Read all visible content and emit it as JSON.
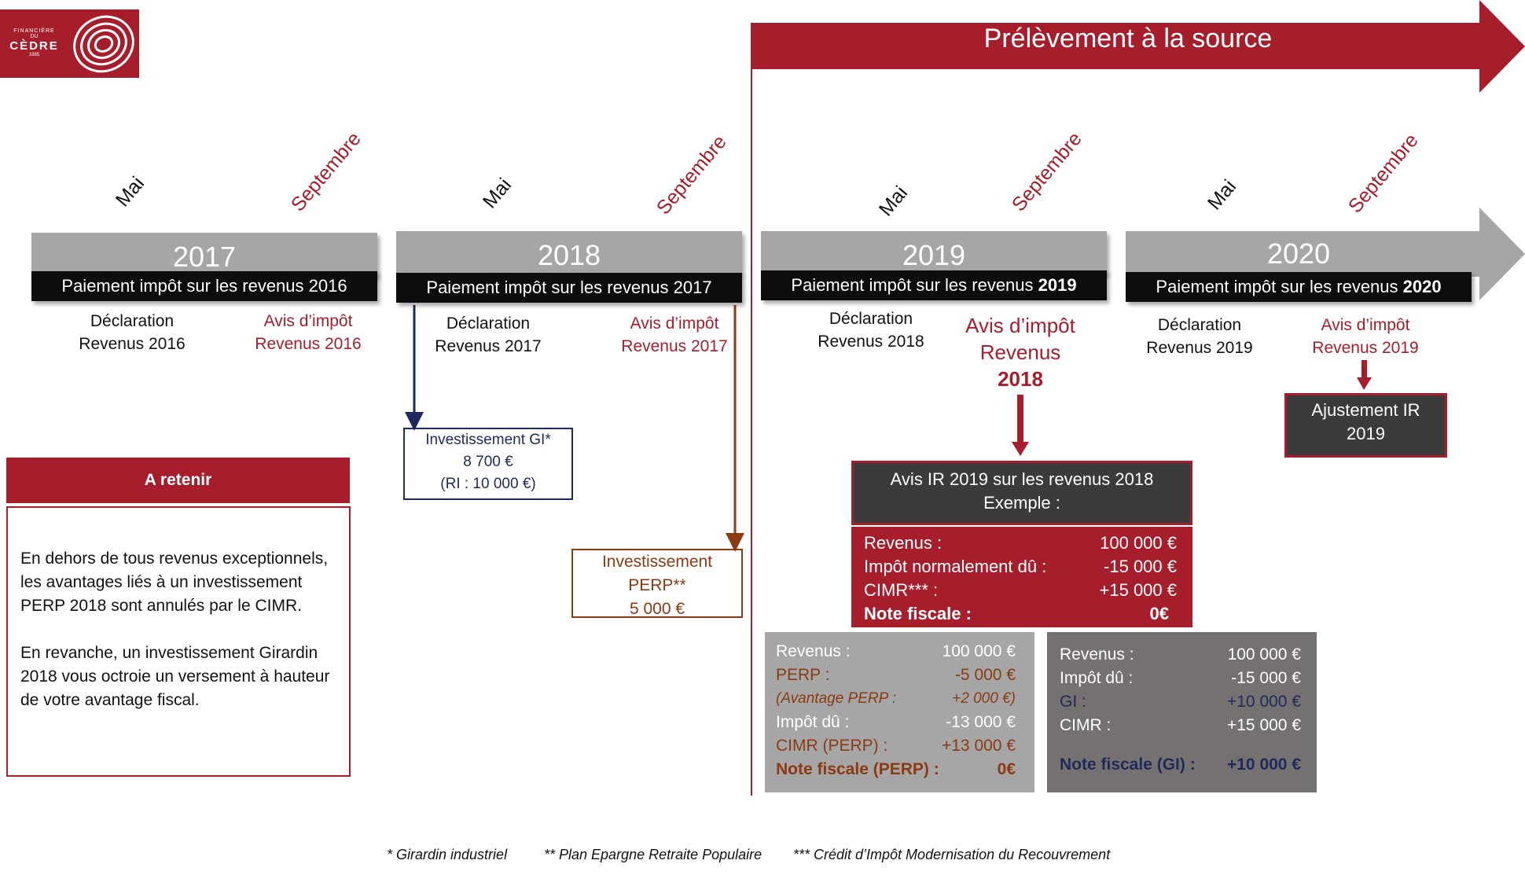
{
  "logo": {
    "line1": "FINANCIÈRE",
    "line2": "DU",
    "line3": "CÈDRE",
    "line4": "1985"
  },
  "banner": {
    "label": "Prélèvement à la source"
  },
  "colors": {
    "brand_red": "#a61e2b",
    "gray": "#a6a6a6",
    "dark": "#0d0d0d",
    "navy": "#1f2a5c",
    "brown": "#8b3a12"
  },
  "years": [
    {
      "year": "2017",
      "payment_prefix": "Paiement impôt sur les revenus ",
      "payment_year": "2016",
      "payment_bold": false,
      "mai": "Mai",
      "sept": "Septembre",
      "decl_line1": "Déclaration",
      "decl_line2": "Revenus 2016",
      "avis_line1": "Avis d’impôt",
      "avis_line2": "Revenus 2016"
    },
    {
      "year": "2018",
      "payment_prefix": "Paiement impôt sur les revenus ",
      "payment_year": "2017",
      "payment_bold": false,
      "mai": "Mai",
      "sept": "Septembre",
      "decl_line1": "Déclaration",
      "decl_line2": "Revenus 2017",
      "avis_line1": "Avis d’impôt",
      "avis_line2": "Revenus 2017"
    },
    {
      "year": "2019",
      "payment_prefix": "Paiement impôt sur les revenus ",
      "payment_year": "2019",
      "payment_bold": true,
      "mai": "Mai",
      "sept": "Septembre",
      "decl_line1": "Déclaration",
      "decl_line2": "Revenus 2018",
      "avis_line1": "Avis d’impôt",
      "avis_line2": "Revenus",
      "avis_line3": "2018"
    },
    {
      "year": "2020",
      "payment_prefix": "Paiement impôt sur les revenus ",
      "payment_year": "2020",
      "payment_bold": true,
      "mai": "Mai",
      "sept": "Septembre",
      "decl_line1": "Déclaration",
      "decl_line2": "Revenus 2019",
      "avis_line1": "Avis d’impôt",
      "avis_line2": "Revenus 2019"
    }
  ],
  "gi_box": {
    "line1": "Investissement GI*",
    "line2": "8 700 €",
    "line3": "(RI : 10 000 €)"
  },
  "perp_box": {
    "line1": "Investissement",
    "line2": "PERP**",
    "line3": "5 000 €"
  },
  "ajustement": {
    "line1": "Ajustement IR",
    "line2": "2019"
  },
  "retenir": {
    "title": "A retenir",
    "para1": "En dehors de tous revenus exceptionnels, les avantages liés à un investissement PERP 2018 sont annulés par le CIMR.",
    "para2": "En revanche, un investissement Girardin 2018 vous octroie un versement à hauteur de votre avantage fiscal."
  },
  "avis_ir": {
    "line1": "Avis IR 2019 sur les revenus 2018",
    "line2": "Exemple :"
  },
  "example_base": [
    {
      "label": "Revenus :",
      "value": "100 000 €",
      "bold": false
    },
    {
      "label": "Impôt normalement dû :",
      "value": "-15 000 €",
      "bold": false
    },
    {
      "label": "CIMR*** :",
      "value": "+15 000 €",
      "bold": false
    },
    {
      "label": "Note fiscale :",
      "value": "0€",
      "bold": true
    }
  ],
  "example_perp": [
    {
      "label": "Revenus :",
      "value": "100 000 €",
      "style": "white"
    },
    {
      "label": "PERP :",
      "value": "-5 000 €",
      "style": "brown"
    },
    {
      "label": "(Avantage PERP :",
      "value": "+2 000 €)",
      "style": "brown-italic"
    },
    {
      "label": "Impôt dû :",
      "value": "-13 000 €",
      "style": "white"
    },
    {
      "label": "CIMR (PERP) :",
      "value": "+13 000 €",
      "style": "brown"
    },
    {
      "label": "Note fiscale (PERP) :",
      "value": "0€",
      "style": "brown-bold"
    }
  ],
  "example_gi": [
    {
      "label": "Revenus :",
      "value": "100 000 €",
      "style": "white"
    },
    {
      "label": "Impôt dû :",
      "value": "-15 000 €",
      "style": "white"
    },
    {
      "label": "GI :",
      "value": "+10 000 €",
      "style": "navy"
    },
    {
      "label": "CIMR :",
      "value": "+15 000 €",
      "style": "white"
    },
    {
      "label": "Note fiscale (GI) :",
      "value": "+10 000 €",
      "style": "navy-bold"
    }
  ],
  "footnotes": {
    "f1": "* Girardin industriel",
    "f2": "** Plan Epargne Retraite Populaire",
    "f3": "*** Crédit d’Impôt Modernisation du Recouvrement"
  }
}
